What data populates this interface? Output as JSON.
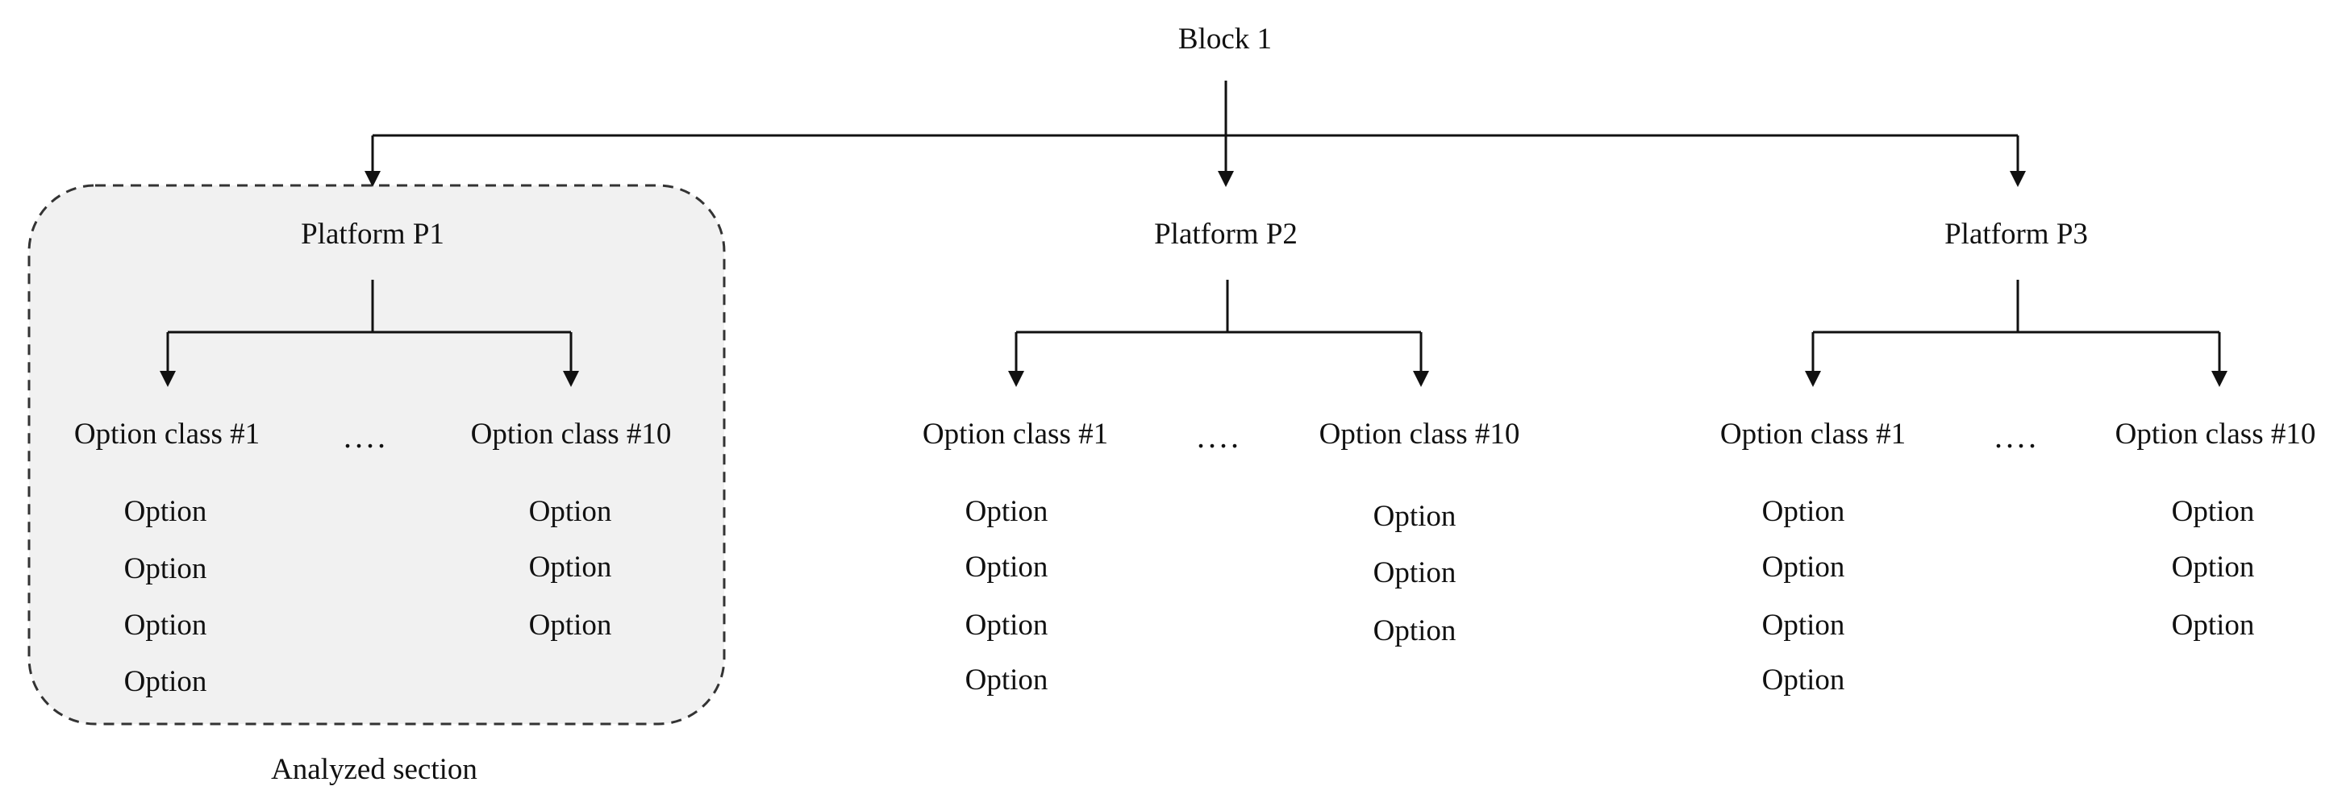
{
  "root": {
    "label": "Block 1"
  },
  "highlight": {
    "caption": "Analyzed section",
    "colors": {
      "fill": "#f1f1f1",
      "border": "#333333"
    }
  },
  "platforms": [
    {
      "label": "Platform P1",
      "ellipsis": "....",
      "classes": [
        {
          "label": "Option class #1",
          "options": [
            "Option",
            "Option",
            "Option",
            "Option"
          ]
        },
        {
          "label": "Option class #10",
          "options": [
            "Option",
            "Option",
            "Option"
          ]
        }
      ]
    },
    {
      "label": "Platform P2",
      "ellipsis": "....",
      "classes": [
        {
          "label": "Option class #1",
          "options": [
            "Option",
            "Option",
            "Option",
            "Option"
          ]
        },
        {
          "label": "Option class #10",
          "options": [
            "Option",
            "Option",
            "Option"
          ]
        }
      ]
    },
    {
      "label": "Platform P3",
      "ellipsis": "....",
      "classes": [
        {
          "label": "Option class #1",
          "options": [
            "Option",
            "Option",
            "Option",
            "Option"
          ]
        },
        {
          "label": "Option class #10",
          "options": [
            "Option",
            "Option",
            "Option"
          ]
        }
      ]
    }
  ]
}
